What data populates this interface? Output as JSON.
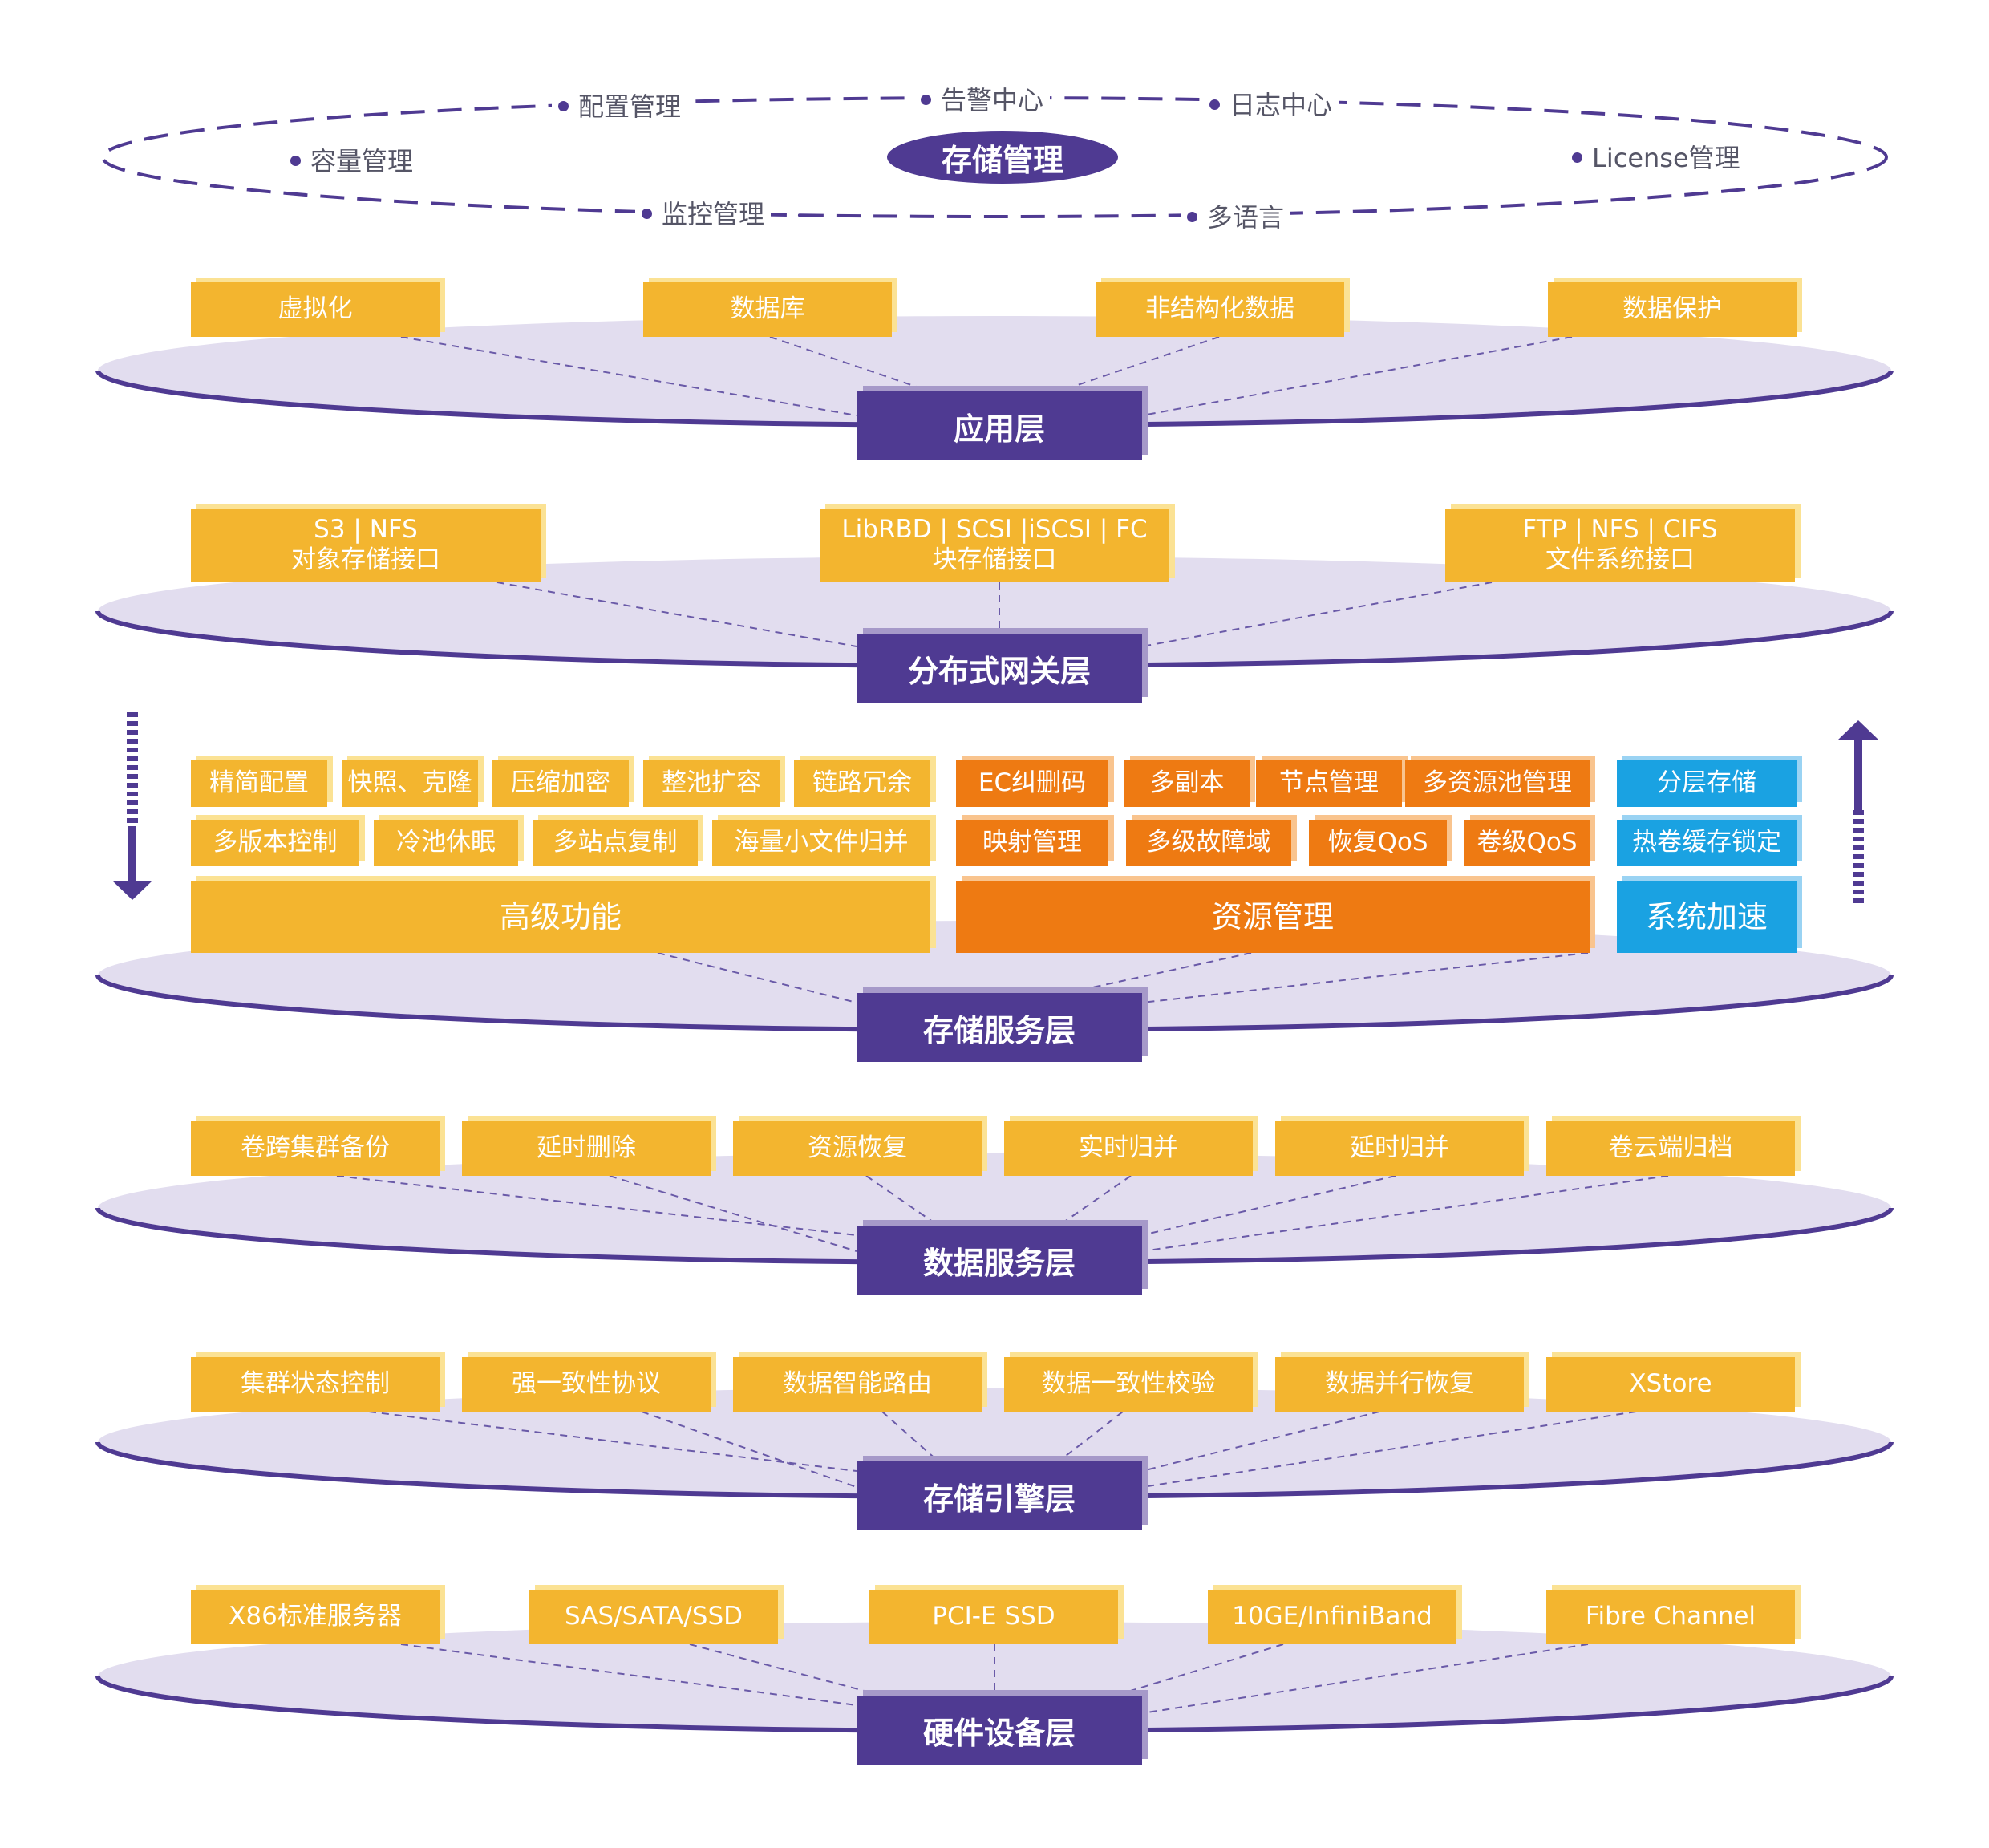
{
  "management": {
    "center": "存储管理",
    "items": [
      "配置管理",
      "告警中心",
      "日志中心",
      "容量管理",
      "License管理",
      "监控管理",
      "多语言"
    ]
  },
  "app_layer": {
    "label": "应用层",
    "items": [
      "虚拟化",
      "数据库",
      "非结构化数据",
      "数据保护"
    ]
  },
  "gateway_layer": {
    "label": "分布式网关层",
    "items": [
      {
        "line1": "S3 | NFS",
        "line2": "对象存储接口"
      },
      {
        "line1": "LibRBD | SCSI |iSCSI | FC",
        "line2": "块存储接口"
      },
      {
        "line1": "FTP | NFS | CIFS",
        "line2": "文件系统接口"
      }
    ]
  },
  "storage_service_layer": {
    "label": "存储服务层",
    "advanced": {
      "title": "高级功能",
      "row1": [
        "精简配置",
        "快照、克隆",
        "压缩加密",
        "整池扩容",
        "链路冗余"
      ],
      "row2": [
        "多版本控制",
        "冷池休眠",
        "多站点复制",
        "海量小文件归并"
      ]
    },
    "resource": {
      "title": "资源管理",
      "row1": [
        "EC纠删码",
        "多副本",
        "节点管理",
        "多资源池管理"
      ],
      "row2": [
        "映射管理",
        "多级故障域",
        "恢复QoS",
        "卷级QoS"
      ]
    },
    "accel": {
      "title": "系统加速",
      "row1": [
        "分层存储"
      ],
      "row2": [
        "热卷缓存锁定"
      ]
    }
  },
  "data_service_layer": {
    "label": "数据服务层",
    "items": [
      "卷跨集群备份",
      "延时删除",
      "资源恢复",
      "实时归并",
      "延时归并",
      "卷云端归档"
    ]
  },
  "engine_layer": {
    "label": "存储引擎层",
    "items": [
      "集群状态控制",
      "强一致性协议",
      "数据智能路由",
      "数据一致性校验",
      "数据并行恢复",
      "XStore"
    ]
  },
  "hardware_layer": {
    "label": "硬件设备层",
    "items": [
      "X86标准服务器",
      "SAS/SATA/SSD",
      "PCI-E SSD",
      "10GE/InfiniBand",
      "Fibre Channel"
    ]
  },
  "colors": {
    "purple": "#4f3a92",
    "platform": "#e2ddef",
    "yellow": "#f3b52f",
    "orange": "#ee7a12",
    "blue": "#1aa2e2"
  }
}
